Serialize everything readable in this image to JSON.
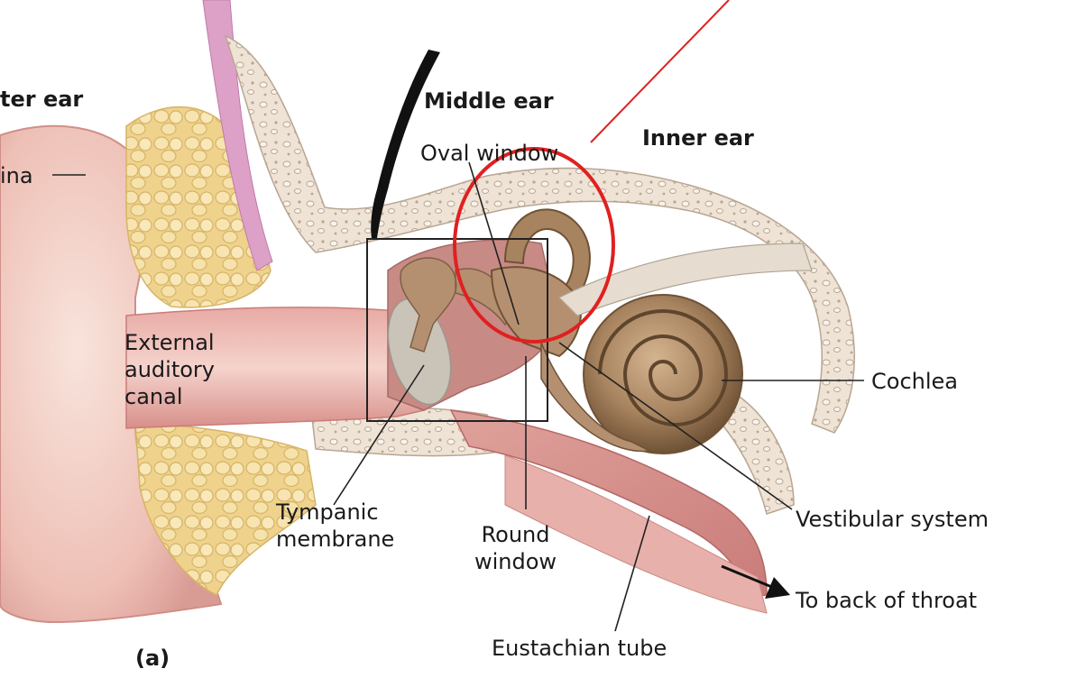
{
  "colors": {
    "skin_light": "#f6ded6",
    "skin_mid": "#eab3ad",
    "skin_dark": "#c97c79",
    "fat": "#f3dd9c",
    "fat_edge": "#d6b467",
    "bone": "#efe3d6",
    "bone_speck": "#b8a692",
    "cartilage_pink": "#dda1c7",
    "ossicle": "#b59070",
    "cochlea": "#a7835f",
    "cochlea_dark": "#6f5235",
    "tympanic": "#c9c3b8",
    "cavity": "#c78a85",
    "highlight_circle": "#e02020",
    "leader": "#222222"
  },
  "labels": {
    "outer_ear": "ter ear",
    "pinna": "ina",
    "middle_ear": "Middle ear",
    "inner_ear": "Inner ear",
    "oval_window": "Oval window",
    "external_canal": [
      "External",
      "auditory",
      "canal"
    ],
    "cochlea": "Cochlea",
    "tympanic": [
      "Tympanic",
      "membrane"
    ],
    "round_window": [
      "Round",
      "window"
    ],
    "vestibular": "Vestibular system",
    "throat": "To back of throat",
    "eustachian": "Eustachian tube",
    "panel": "(a)"
  }
}
